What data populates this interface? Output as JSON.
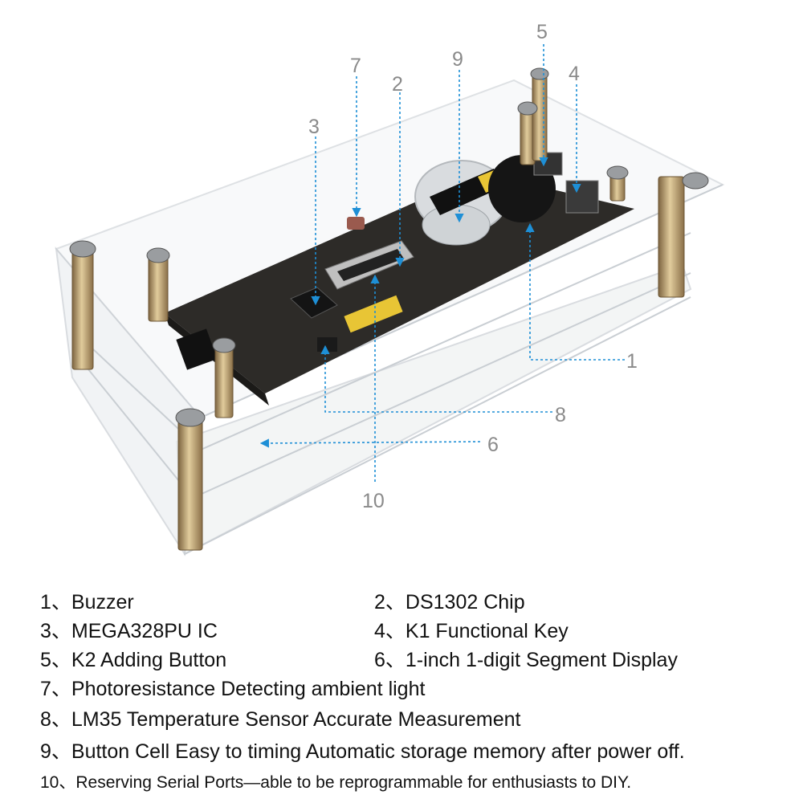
{
  "callouts": [
    "1",
    "2",
    "3",
    "4",
    "5",
    "6",
    "7",
    "8",
    "9",
    "10"
  ],
  "legend": [
    {
      "num": "1、",
      "text": "Buzzer"
    },
    {
      "num": "2、",
      "text": "DS1302 Chip"
    },
    {
      "num": "3、",
      "text": "MEGA328PU IC"
    },
    {
      "num": "4、",
      "text": "K1  Functional Key"
    },
    {
      "num": "5、",
      "text": "K2  Adding Button"
    },
    {
      "num": "6、",
      "text": "1-inch 1-digit Segment Display"
    },
    {
      "num": "7、",
      "text": "Photoresistance Detecting ambient light"
    },
    {
      "num": "8、",
      "text": "LM35 Temperature Sensor Accurate Measurement"
    },
    {
      "num": "9、",
      "text": "Button Cell Easy to timing Automatic storage memory after power off."
    },
    {
      "num": "10、",
      "text": "Reserving Serial Ports—able to be reprogrammable for enthusiasts to DIY."
    }
  ],
  "colors": {
    "arrow": "#1e8fd6",
    "callout_text": "#8a8a8a",
    "acrylic_edge": "#c9ced3",
    "pcb": "#2d2b28",
    "standoff": "#b59a6a"
  }
}
